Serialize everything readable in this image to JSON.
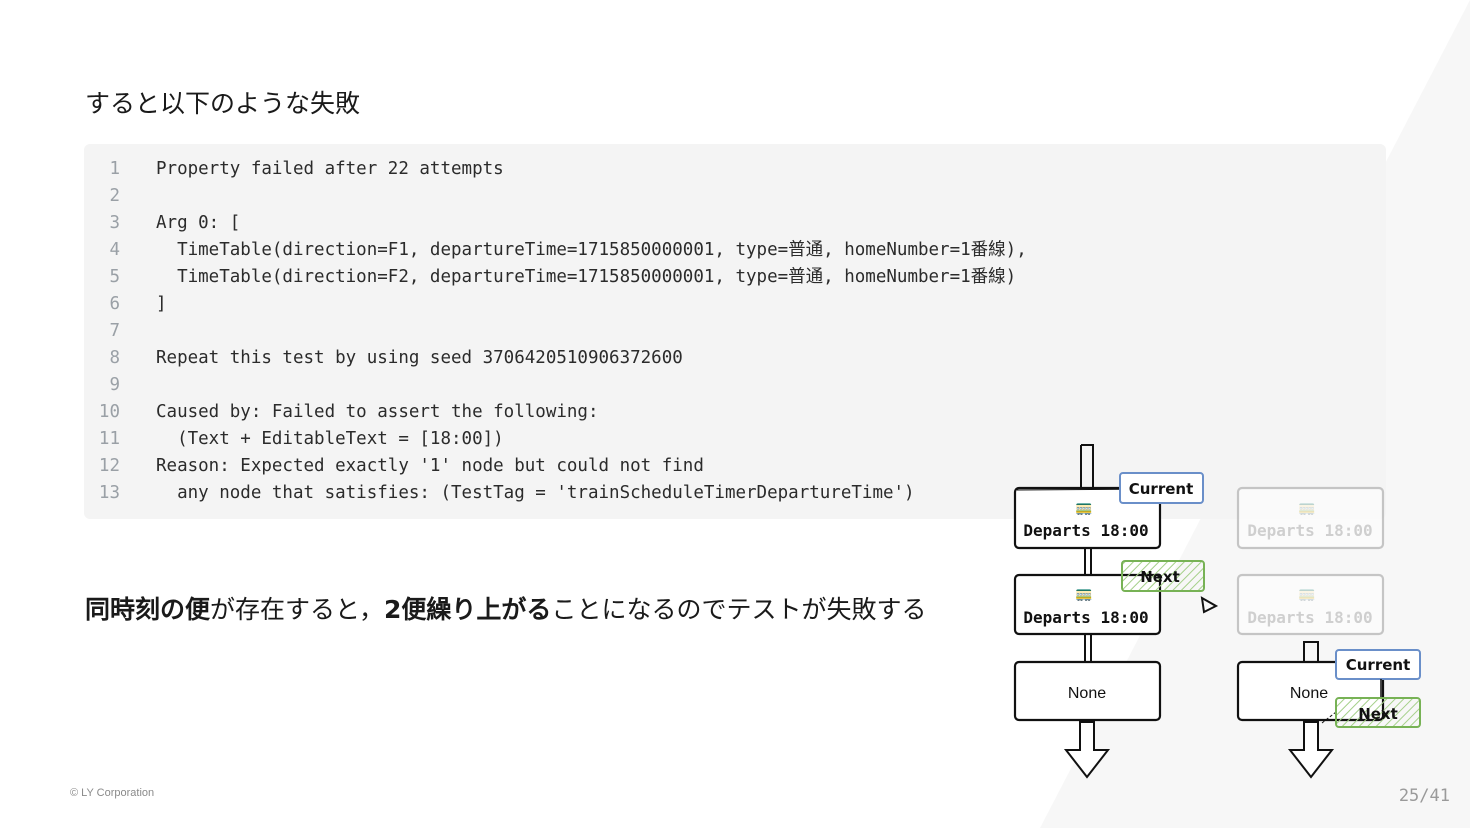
{
  "heading": "すると以下のような失敗",
  "code_lines": [
    {
      "num": "1",
      "text": "Property failed after 22 attempts"
    },
    {
      "num": "2",
      "text": ""
    },
    {
      "num": "3",
      "text": "Arg 0: ["
    },
    {
      "num": "4",
      "text": "  TimeTable(direction=F1, departureTime=1715850000001, type=普通, homeNumber=1番線),"
    },
    {
      "num": "5",
      "text": "  TimeTable(direction=F2, departureTime=1715850000001, type=普通, homeNumber=1番線)"
    },
    {
      "num": "6",
      "text": "]"
    },
    {
      "num": "7",
      "text": ""
    },
    {
      "num": "8",
      "text": "Repeat this test by using seed 3706420510906372600"
    },
    {
      "num": "9",
      "text": ""
    },
    {
      "num": "10",
      "text": "Caused by: Failed to assert the following:"
    },
    {
      "num": "11",
      "text": "  (Text + EditableText = [18:00])"
    },
    {
      "num": "12",
      "text": "Reason: Expected exactly '1' node but could not find"
    },
    {
      "num": "13",
      "text": "  any node that satisfies: (TestTag = 'trainScheduleTimerDepartureTime')"
    }
  ],
  "summary": {
    "bold1": "同時刻の便",
    "plain1": "が存在すると，",
    "bold2": "2便繰り上がる",
    "plain2": "ことになるのでテストが失敗する"
  },
  "diagram": {
    "train_icon": "🚃",
    "departs_label": "Departs 18:00",
    "none_label": "None",
    "current_tag": "Current",
    "next_tag": "Next",
    "colors": {
      "current": "#6a8fc9",
      "next": "#77b255",
      "faded": "#bdbdbd"
    }
  },
  "footer": {
    "copyright": "© LY Corporation",
    "page": "25/41"
  }
}
